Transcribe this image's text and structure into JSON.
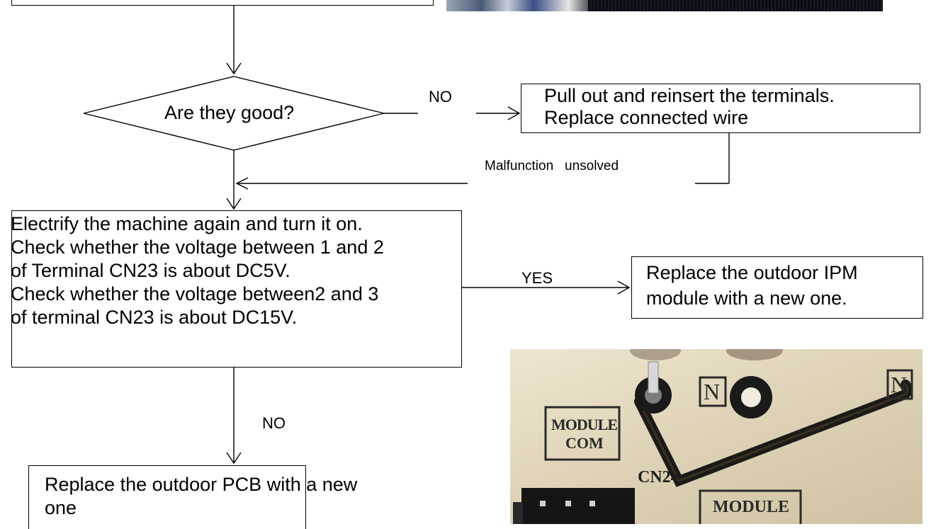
{
  "decision": {
    "label": "Are they good?"
  },
  "branches": {
    "no_top": "NO",
    "yes": "YES",
    "no_bottom": "NO",
    "unsolved": "Malfunction   unsolved"
  },
  "box_reinsert": {
    "line1": "Pull out and reinsert the terminals.",
    "line2": "Replace connected wire"
  },
  "box_check": {
    "lines": [
      "Electrify the machine again and turn it on.",
      "Check whether the voltage between 1 and 2",
      "of Terminal CN23 is about DC5V.",
      "Check whether the voltage between2 and 3",
      "of terminal CN23 is about DC15V."
    ]
  },
  "box_ipm": {
    "line1": "Replace the outdoor IPM",
    "line2": "module with a new one."
  },
  "box_pcb": {
    "line1": "Replace the outdoor PCB with a new",
    "line2": "one"
  },
  "photo_labels": {
    "module_com_1": "MODULE",
    "module_com_2": "COM",
    "cn24": "CN24",
    "module": "MODULE",
    "n1": "N",
    "n2": "N"
  }
}
